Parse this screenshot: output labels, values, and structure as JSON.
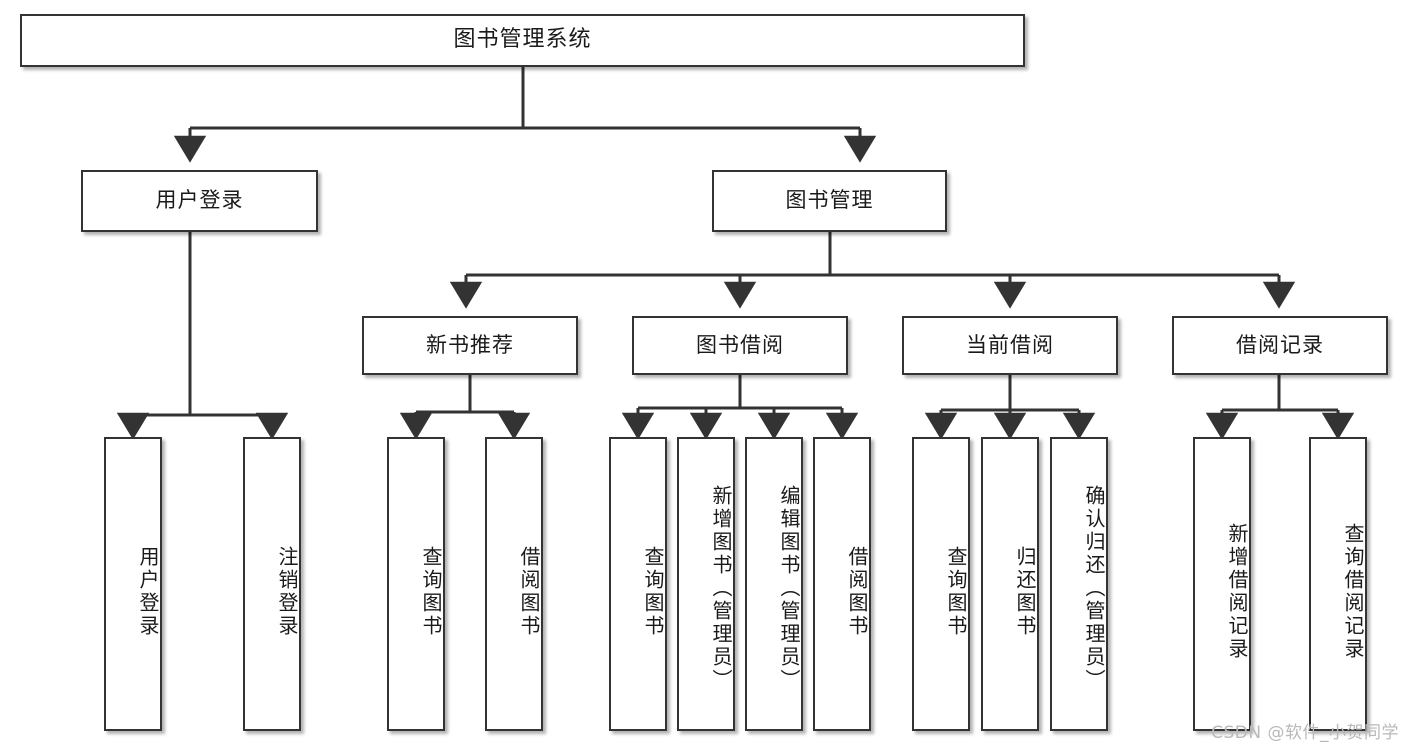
{
  "diagram": {
    "title": "图书管理系统",
    "type": "tree",
    "watermark": "CSDN @软件_小贺同学",
    "colors": {
      "box_border": "#333333",
      "box_fill": "#ffffff",
      "connector": "#333333",
      "watermark": "#b9b9b9",
      "background": "#ffffff"
    },
    "root": {
      "label": "图书管理系统"
    },
    "level2": [
      {
        "label": "用户登录"
      },
      {
        "label": "图书管理"
      }
    ],
    "level3": [
      {
        "label": "新书推荐"
      },
      {
        "label": "图书借阅"
      },
      {
        "label": "当前借阅"
      },
      {
        "label": "借阅记录"
      }
    ],
    "leaves": {
      "user_login": [
        {
          "label": "用户登录"
        },
        {
          "label": "注销登录"
        }
      ],
      "new_book_recommend": [
        {
          "label": "查询图书"
        },
        {
          "label": "借阅图书"
        }
      ],
      "book_borrow": [
        {
          "label": "查询图书"
        },
        {
          "label": "新增图书（管理员）"
        },
        {
          "label": "编辑图书（管理员）"
        },
        {
          "label": "借阅图书"
        }
      ],
      "current_borrow": [
        {
          "label": "查询图书"
        },
        {
          "label": "归还图书"
        },
        {
          "label": "确认归还（管理员）"
        }
      ],
      "borrow_record": [
        {
          "label": "新增借阅记录"
        },
        {
          "label": "查询借阅记录"
        }
      ]
    }
  }
}
